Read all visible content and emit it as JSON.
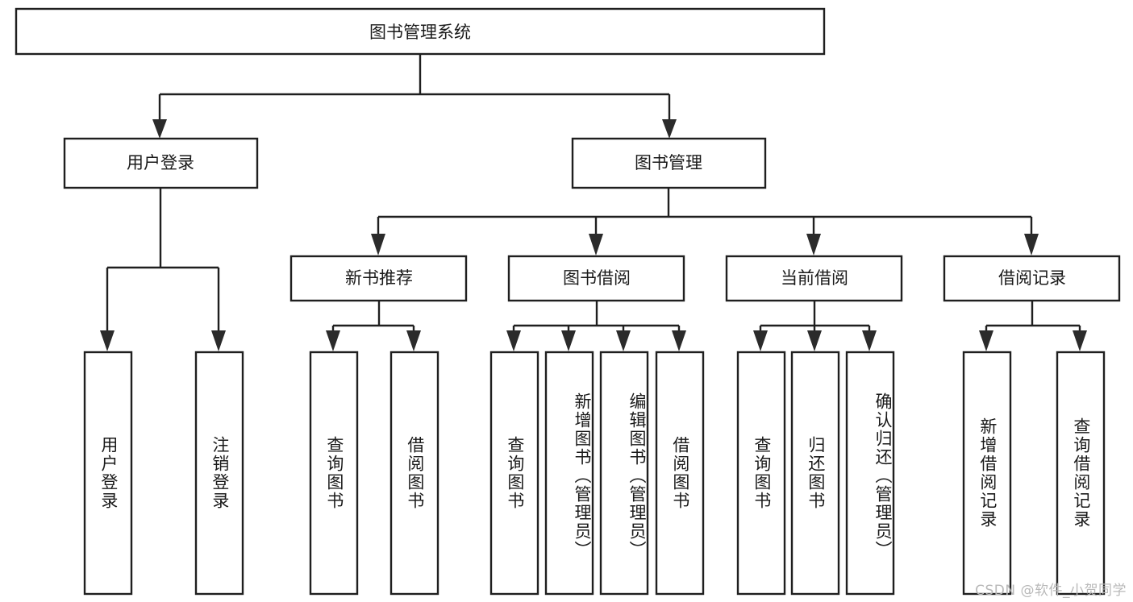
{
  "diagram": {
    "title_node": {
      "label": "图书管理系统"
    },
    "level2": [
      {
        "id": "user-login",
        "label": "用户登录"
      },
      {
        "id": "book-manage",
        "label": "图书管理"
      }
    ],
    "level3": [
      {
        "id": "new-book-recommend",
        "label": "新书推荐",
        "parent": "book-manage"
      },
      {
        "id": "book-borrow",
        "label": "图书借阅",
        "parent": "book-manage"
      },
      {
        "id": "current-borrow",
        "label": "当前借阅",
        "parent": "book-manage"
      },
      {
        "id": "borrow-record",
        "label": "借阅记录",
        "parent": "book-manage"
      }
    ],
    "leaves": [
      {
        "id": "leaf-user-login",
        "label": "用户登录",
        "parent": "user-login"
      },
      {
        "id": "leaf-logout-login",
        "label": "注销登录",
        "parent": "user-login"
      },
      {
        "id": "leaf-query-book-1",
        "label": "查询图书",
        "parent": "new-book-recommend"
      },
      {
        "id": "leaf-borrow-book-1",
        "label": "借阅图书",
        "parent": "new-book-recommend"
      },
      {
        "id": "leaf-query-book-2",
        "label": "查询图书",
        "parent": "book-borrow"
      },
      {
        "id": "leaf-add-book",
        "label": "新增图书（管理员）",
        "parent": "book-borrow"
      },
      {
        "id": "leaf-edit-book",
        "label": "编辑图书（管理员）",
        "parent": "book-borrow"
      },
      {
        "id": "leaf-borrow-book-2",
        "label": "借阅图书",
        "parent": "book-borrow"
      },
      {
        "id": "leaf-query-book-3",
        "label": "查询图书",
        "parent": "current-borrow"
      },
      {
        "id": "leaf-return-book",
        "label": "归还图书",
        "parent": "current-borrow"
      },
      {
        "id": "leaf-confirm-return",
        "label": "确认归还（管理员）",
        "parent": "current-borrow"
      },
      {
        "id": "leaf-add-record",
        "label": "新增借阅记录",
        "parent": "borrow-record"
      },
      {
        "id": "leaf-query-record",
        "label": "查询借阅记录",
        "parent": "borrow-record"
      }
    ],
    "colors": {
      "stroke": "#1f1f1f",
      "fill": "#ffffff",
      "text": "#1a1a1a",
      "watermark": "#b9b9b9"
    }
  },
  "watermark": {
    "text": "CSDN @软件_小贺同学"
  }
}
